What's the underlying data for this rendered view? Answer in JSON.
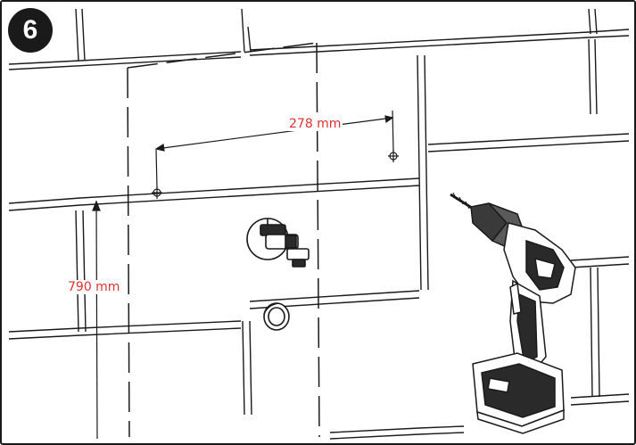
{
  "step": {
    "number": "6"
  },
  "dimensions": {
    "hole_spacing": "278 mm",
    "hole_height": "790 mm"
  },
  "colors": {
    "line": "#1a1a1a",
    "dimension_text": "#e03030",
    "background": "#ffffff",
    "badge": "#1a1a1a"
  },
  "icons": [
    "drill-icon",
    "angle-valve-icon",
    "pipe-outlet-icon",
    "drill-hole-marker-icon"
  ]
}
